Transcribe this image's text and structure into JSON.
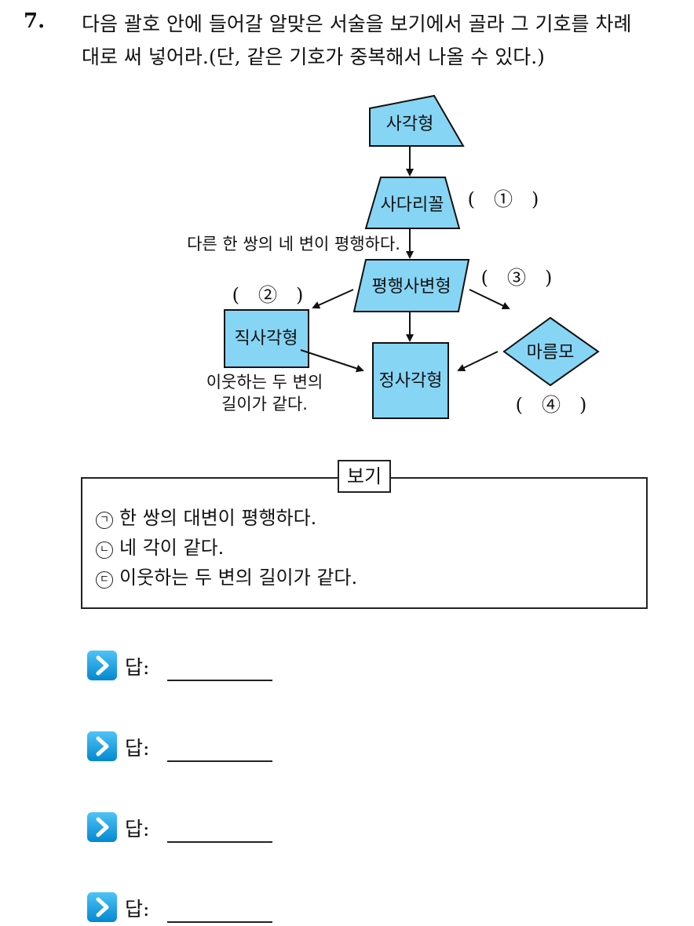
{
  "question": {
    "number": "7.",
    "line1": "다음 괄호 안에 들어갈 알맞은 서술을 보기에서 골라 그 기호를 차례",
    "line2": "대로 써 넣어라.(단, 같은 기호가 중복해서 나올 수 있다.)"
  },
  "diagram": {
    "shapes": {
      "rectangle": "사각형",
      "trapezoid": "사다리꼴",
      "parallelogram": "평행사변형",
      "rectangle_right": "직사각형",
      "rhombus": "마름모",
      "square": "정사각형"
    },
    "annotations": {
      "pair_parallel": "다른 한 쌍의 네 변이 평행하다.",
      "adjacent_line1": "이웃하는 두 변의",
      "adjacent_line2": "길이가 같다."
    },
    "blanks": {
      "b1": "(　①　)",
      "b2": "(　②　)",
      "b3": "(　③　)",
      "b4": "(　④　)"
    },
    "colors": {
      "fill": "#87d5f5",
      "stroke": "#111111"
    }
  },
  "bogi": {
    "title": "보기",
    "items": [
      {
        "mark": "ㄱ",
        "text": "한 쌍의 대변이 평행하다."
      },
      {
        "mark": "ㄴ",
        "text": "네 각이 같다."
      },
      {
        "mark": "ㄷ",
        "text": "이웃하는 두 변의 길이가 같다."
      }
    ]
  },
  "answers": [
    {
      "label": "답:",
      "icon": "chevron-right-icon"
    },
    {
      "label": "답:",
      "icon": "chevron-right-icon"
    },
    {
      "label": "답:",
      "icon": "chevron-right-icon"
    },
    {
      "label": "답:",
      "icon": "chevron-right-icon"
    }
  ]
}
